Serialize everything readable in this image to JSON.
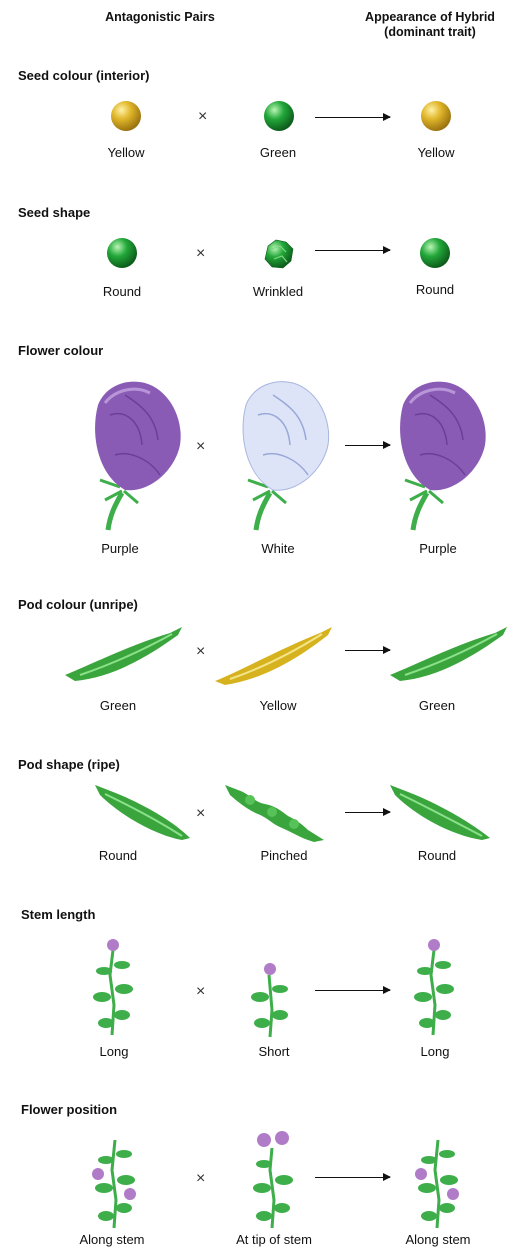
{
  "header": {
    "left": "Antagonistic Pairs",
    "right_line1": "Appearance of Hybrid",
    "right_line2": "(dominant trait)"
  },
  "cross_symbol": "×",
  "colors": {
    "yellow_seed": "#e0b62a",
    "green_seed": "#23a83a",
    "purple_flower": "#8a5bb5",
    "white_flower": "#d6def5",
    "green_pod": "#3aa53c",
    "yellow_pod": "#d6b21e",
    "stem": "#3dae4a",
    "flower_small": "#b07cc8"
  },
  "rows": [
    {
      "trait": "Seed colour (interior)",
      "labels": [
        "Yellow",
        "Green",
        "Yellow"
      ]
    },
    {
      "trait": "Seed shape",
      "labels": [
        "Round",
        "Wrinkled",
        "Round"
      ]
    },
    {
      "trait": "Flower colour",
      "labels": [
        "Purple",
        "White",
        "Purple"
      ]
    },
    {
      "trait": "Pod colour (unripe)",
      "labels": [
        "Green",
        "Yellow",
        "Green"
      ]
    },
    {
      "trait": "Pod shape (ripe)",
      "labels": [
        "Round",
        "Pinched",
        "Round"
      ]
    },
    {
      "trait": "Stem length",
      "labels": [
        "Long",
        "Short",
        "Long"
      ]
    },
    {
      "trait": "Flower position",
      "labels": [
        "Along stem",
        "At tip of stem",
        "Along stem"
      ]
    }
  ]
}
